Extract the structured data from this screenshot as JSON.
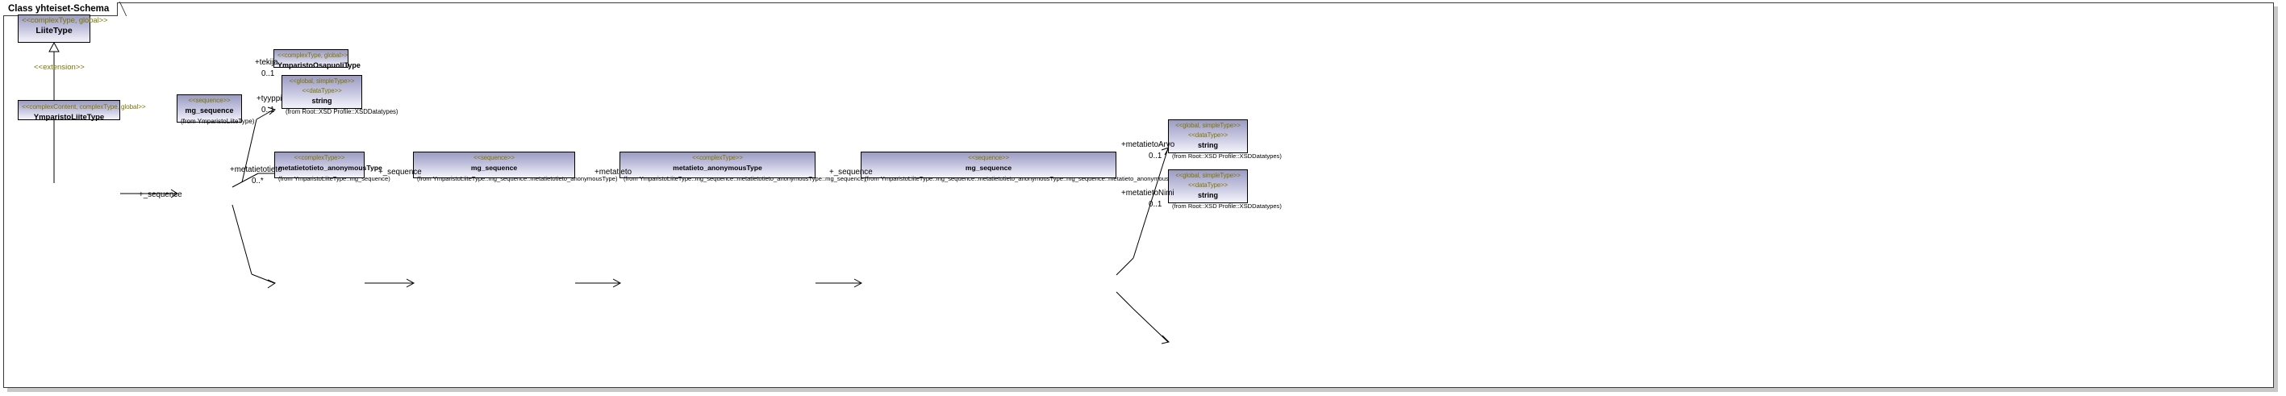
{
  "frame": {
    "title": "Class yhteiset-Schema"
  },
  "classes": [
    {
      "id": "liitetype",
      "stereotypes": [
        "<<complexType, global>>"
      ],
      "name": "LiiteType",
      "from": ""
    },
    {
      "id": "ymparistoliitetype",
      "stereotypes": [
        "<<complexContent, complexType, global>>"
      ],
      "name": "YmparistoLiiteType",
      "from": ""
    },
    {
      "id": "mg_sequence_1",
      "stereotypes": [
        "<<sequence>>"
      ],
      "name": "mg_sequence",
      "from": "(from YmparistoLiiteType)"
    },
    {
      "id": "ymparistoosapuolitype",
      "stereotypes": [
        "<<complexType, global>>"
      ],
      "name": "YmparistoOsapuoliType",
      "from": ""
    },
    {
      "id": "string_tyyppi",
      "stereotypes": [
        "<<global, simpleType>>",
        "<<dataType>>"
      ],
      "name": "string",
      "from": "(from Root::XSD Profile::XSDDatatypes)"
    },
    {
      "id": "metatietotieto_anonymoustype",
      "stereotypes": [
        "<<complexType>>"
      ],
      "name": "metatietotieto_anonymousType",
      "from": "(from YmparistoLiiteType::mg_sequence)"
    },
    {
      "id": "mg_sequence_2",
      "stereotypes": [
        "<<sequence>>"
      ],
      "name": "mg_sequence",
      "from": "(from YmparistoLiiteType::mg_sequence::metatietotieto_anonymousType)"
    },
    {
      "id": "metatieto_anonymoustype",
      "stereotypes": [
        "<<complexType>>"
      ],
      "name": "metatieto_anonymousType",
      "from": "(from YmparistoLiiteType::mg_sequence::metatietotieto_anonymousType::mg_sequence)"
    },
    {
      "id": "mg_sequence_3",
      "stereotypes": [
        "<<sequence>>"
      ],
      "name": "mg_sequence",
      "from": "(from YmparistoLiiteType::mg_sequence::metatietotieto_anonymousType::mg_sequence::metatieto_anonymousType)"
    },
    {
      "id": "string_arvo",
      "stereotypes": [
        "<<global, simpleType>>",
        "<<dataType>>"
      ],
      "name": "string",
      "from": "(from Root::XSD Profile::XSDDatatypes)"
    },
    {
      "id": "string_nimi",
      "stereotypes": [
        "<<global, simpleType>>",
        "<<dataType>>"
      ],
      "name": "string",
      "from": "(from Root::XSD Profile::XSDDatatypes)"
    }
  ],
  "edges": {
    "extension_stereotype": "<<extension>>",
    "seq1_role": "+_sequence",
    "tekija_role": "+tekija",
    "tekija_mult": "0..1",
    "tyyppi_role": "+tyyppi",
    "tyyppi_mult": "0..1",
    "metatietotieto_role": "+metatietotieto",
    "metatietotieto_mult": "0..*",
    "seq2_role": "+_sequence",
    "metatieto_role": "+metatieto",
    "seq3_role": "+_sequence",
    "metatietoarvo_role": "+metatietoArvo",
    "metatietoarvo_mult": "0..1",
    "metatietonimi_role": "+metatietoNimi",
    "metatietonimi_mult": "0..1"
  },
  "colors": {
    "box_fill_top": "#9c9cc0",
    "box_fill_bottom": "#f2f2f8",
    "stereotype_text": "#7c7400",
    "line": "#000000",
    "frame_border": "#3a3a3a"
  }
}
